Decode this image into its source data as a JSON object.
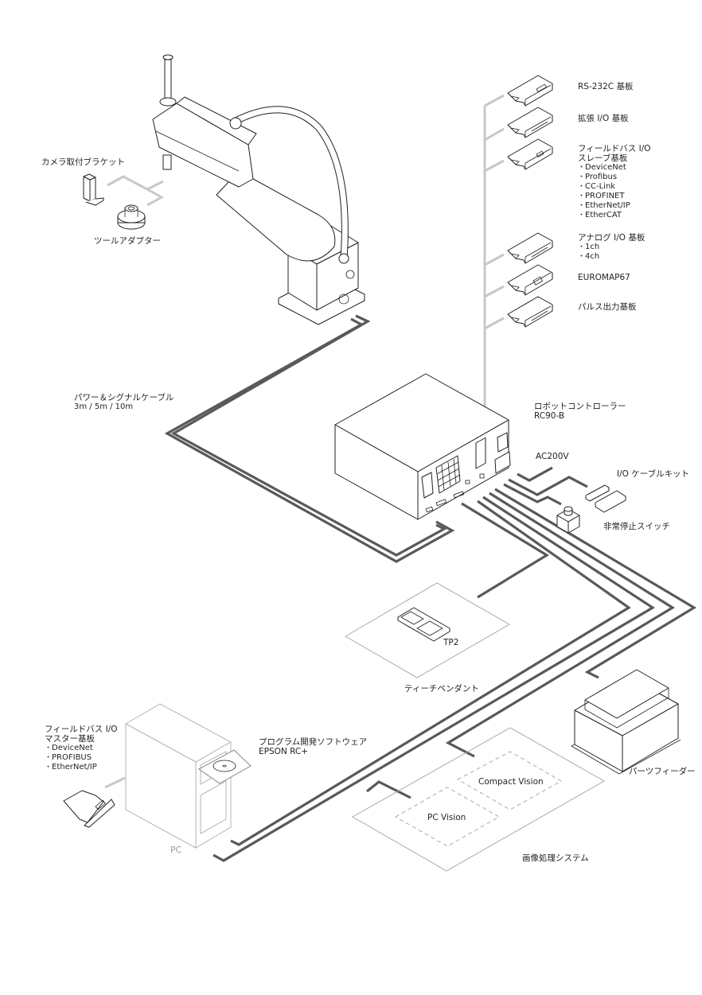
{
  "robot": {
    "accessories": {
      "camera_bracket": "カメラ取付ブラケット",
      "tool_adapter": "ツールアダプター"
    }
  },
  "cable": {
    "title": "パワー＆シグナルケーブル",
    "lengths": "3m / 5m / 10m"
  },
  "option_boards": [
    {
      "title": "RS-232C 基板",
      "items": []
    },
    {
      "title": "拡張 I/O 基板",
      "items": []
    },
    {
      "title": "フィールドバス I/O",
      "title2": "スレーブ基板",
      "items": [
        "DeviceNet",
        "Profibus",
        "CC-Link",
        "PROFINET",
        "EtherNet/IP",
        "EtherCAT"
      ]
    },
    {
      "title": "アナログ I/O 基板",
      "items": [
        "1ch",
        "4ch"
      ]
    },
    {
      "title": "EUROMAP67",
      "items": []
    },
    {
      "title": "パルス出力基板",
      "items": []
    }
  ],
  "controller": {
    "title": "ロボットコントローラー",
    "model": "RC90-B"
  },
  "power": {
    "label": "AC200V"
  },
  "io_cable_kit": {
    "label": "I/O ケーブルキット"
  },
  "emergency_stop": {
    "label": "非常停止スイッチ"
  },
  "teach_pendant": {
    "model": "TP2",
    "label": "ティーチペンダント"
  },
  "parts_feeder": {
    "label": "パーツフィーダー"
  },
  "fieldbus_master": {
    "title": "フィールドバス I/O",
    "title2": "マスター基板",
    "items": [
      "DeviceNet",
      "PROFIBUS",
      "EtherNet/IP"
    ]
  },
  "pc": {
    "label": "PC"
  },
  "software": {
    "title": "プログラム開発ソフトウェア",
    "name": "EPSON RC+"
  },
  "vision": {
    "compact": "Compact Vision",
    "pc": "PC Vision",
    "system_label": "画像処理システム"
  }
}
